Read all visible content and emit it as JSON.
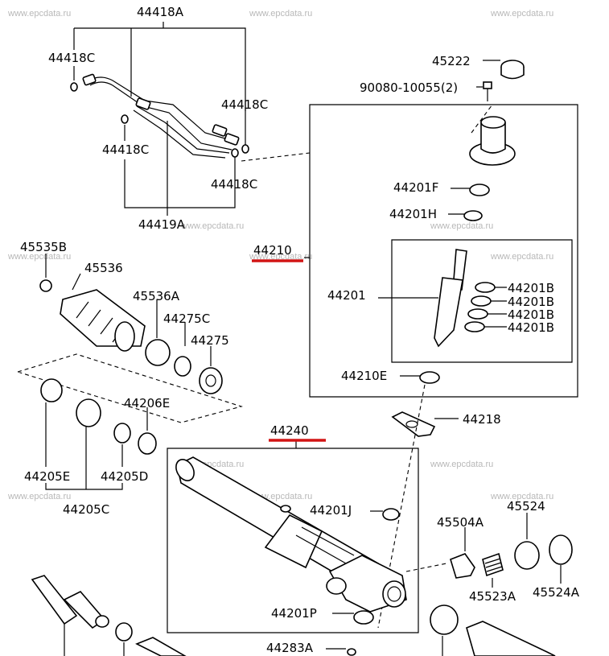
{
  "watermark": "www.epcdata.ru",
  "colors": {
    "highlight": "#d21414",
    "ink": "#000000"
  },
  "labels": {
    "l44418A": "44418A",
    "l44418C_1": "44418C",
    "l44418C_2": "44418C",
    "l44418C_3": "44418C",
    "l44418C_4": "44418C",
    "l44419A": "44419A",
    "l45222": "45222",
    "l90080": "90080-10055(2)",
    "l44201F": "44201F",
    "l44201H": "44201H",
    "l44210": "44210",
    "l44201": "44201",
    "l44201B_1": "44201B",
    "l44201B_2": "44201B",
    "l44201B_3": "44201B",
    "l44201B_4": "44201B",
    "l44210E": "44210E",
    "l44218": "44218",
    "l45535B": "45535B",
    "l45536": "45536",
    "l45536A": "45536A",
    "l44275C": "44275C",
    "l44275": "44275",
    "l44206E": "44206E",
    "l44205E": "44205E",
    "l44205D": "44205D",
    "l44205C": "44205C",
    "l44240": "44240",
    "l44201J": "44201J",
    "l45504A": "45504A",
    "l45524": "45524",
    "l45523A": "45523A",
    "l45524A": "45524A",
    "l44201P": "44201P",
    "l44283A": "44283A"
  },
  "highlighted": [
    "44210",
    "44240"
  ]
}
